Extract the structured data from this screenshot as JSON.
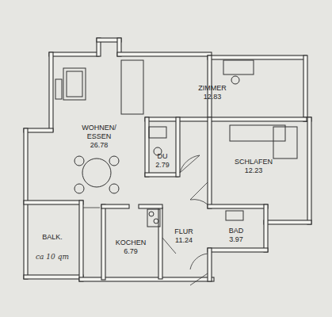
{
  "diagram": {
    "nodes": [
      {
        "text": [
          "WOHNEN/ ESSEN",
          "26.78"
        ]
      },
      {
        "text": [
          "ZIMMER",
          "12.83"
        ]
      },
      {
        "text": [
          "DU",
          "2.79"
        ]
      },
      {
        "text": [
          "SCHLAFEN",
          "12.23"
        ]
      },
      {
        "text": [
          "BALK.",
          "ca 10 qm"
        ]
      },
      {
        "text": [
          "KOCHEN",
          "6.79"
        ]
      },
      {
        "text": [
          "FLUR",
          "11.24"
        ]
      },
      {
        "text": [
          "BAD",
          "3.97"
        ]
      }
    ]
  }
}
